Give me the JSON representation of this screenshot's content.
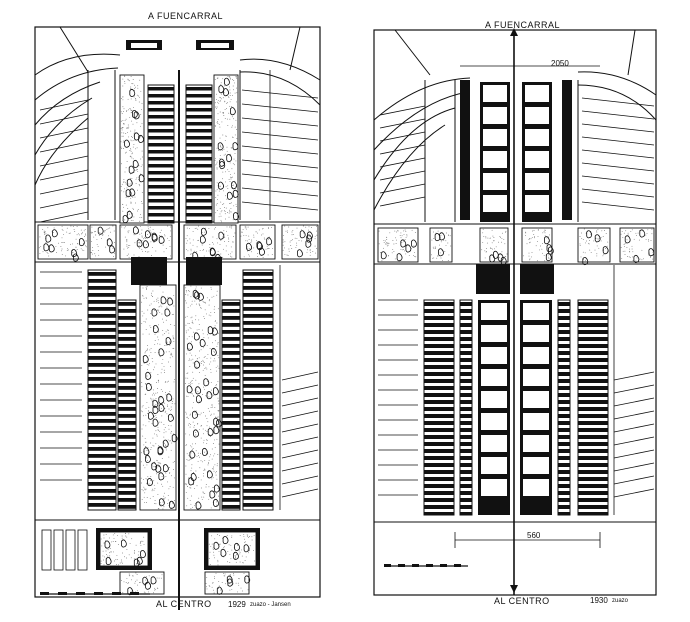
{
  "plan_1929": {
    "top_label": "A FUENCARRAL",
    "bottom_label": "AL CENTRO",
    "credit_year": "1929",
    "credit_text": "zuazo - Jansen"
  },
  "plan_1930": {
    "top_label": "A FUENCARRAL",
    "bottom_label": "AL CENTRO",
    "credit_year": "1930",
    "credit_text": "zuazo",
    "dimension_top": "2050",
    "dimension_bottom": "560"
  },
  "colors": {
    "ink": "#111111",
    "paper": "#ffffff",
    "grain": "#777777"
  }
}
